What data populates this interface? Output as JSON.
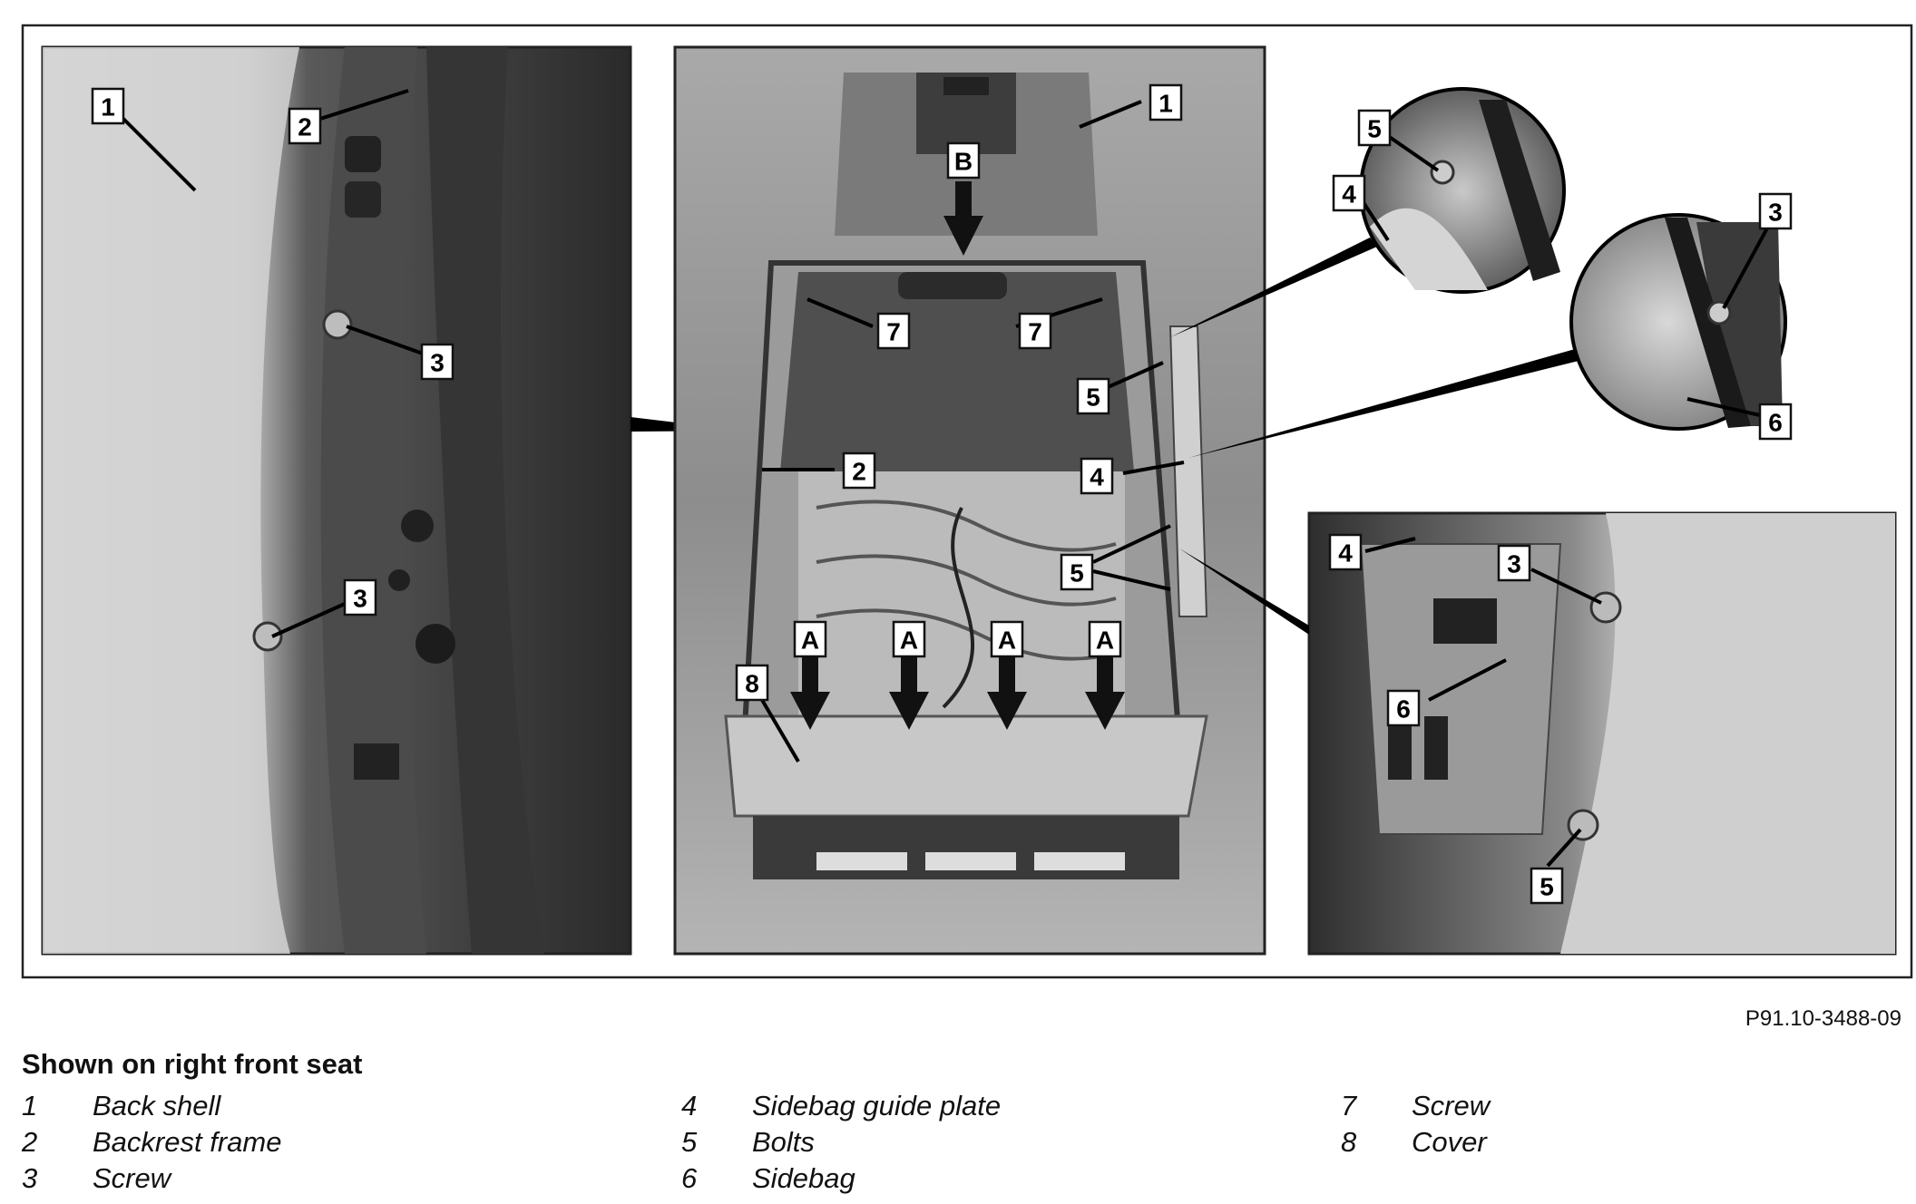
{
  "figure_code": "P91.10-3488-09",
  "legend_title": "Shown on right front seat",
  "legend": [
    {
      "num": "1",
      "label": "Back shell"
    },
    {
      "num": "2",
      "label": "Backrest frame"
    },
    {
      "num": "3",
      "label": "Screw"
    },
    {
      "num": "4",
      "label": "Sidebag guide plate"
    },
    {
      "num": "5",
      "label": "Bolts"
    },
    {
      "num": "6",
      "label": "Sidebag"
    },
    {
      "num": "7",
      "label": "Screw"
    },
    {
      "num": "8",
      "label": "Cover"
    }
  ],
  "callouts": {
    "left_panel": [
      "1",
      "2",
      "3",
      "3"
    ],
    "center_panel": [
      "1",
      "B",
      "7",
      "7",
      "5",
      "2",
      "4",
      "5",
      "A",
      "A",
      "A",
      "A",
      "8"
    ],
    "inset_top": [
      "5",
      "4"
    ],
    "inset_right": [
      "3",
      "6"
    ],
    "bottom_right_panel": [
      "4",
      "3",
      "6",
      "5"
    ]
  },
  "colors": {
    "panel_gray": "#8f8f8f",
    "panel_dark": "#3c3c3c",
    "panel_light": "#d8d8d8",
    "arrow": "#111111"
  }
}
